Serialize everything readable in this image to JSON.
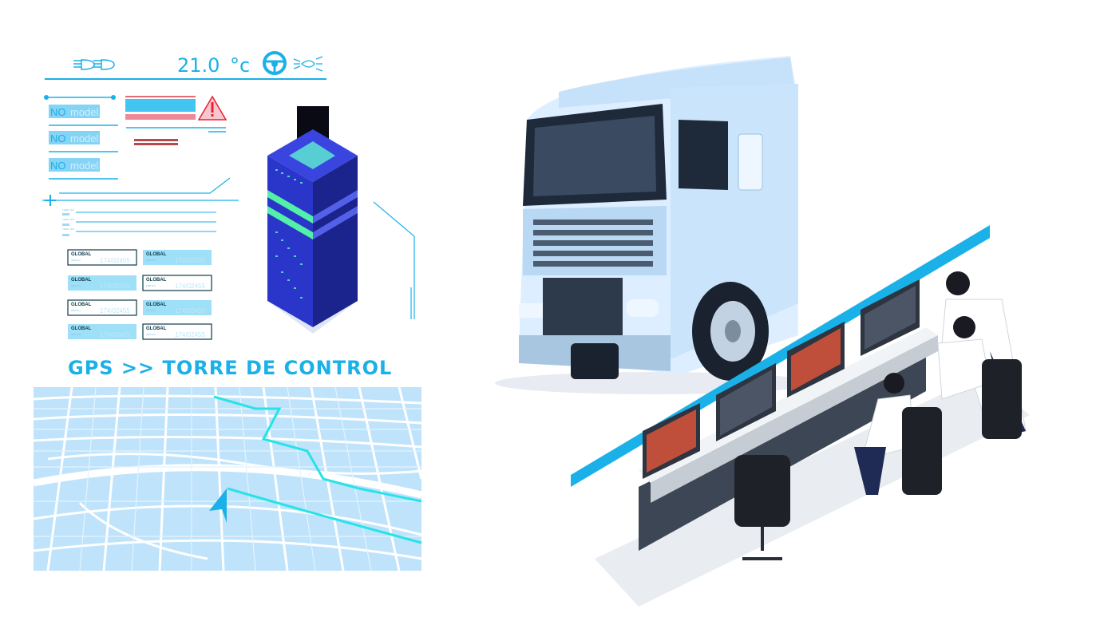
{
  "dashboard": {
    "temperature": "21.0",
    "temperature_unit": "°c",
    "model_rows": [
      {
        "prefix": "NO",
        "label": "model"
      },
      {
        "prefix": "NO",
        "label": "model"
      },
      {
        "prefix": "NO",
        "label": "model"
      }
    ],
    "field_labels": [
      "TEMP_001",
      "TEMP_002",
      "TEMP_003"
    ],
    "cards": [
      {
        "title": "GLOBAL",
        "sub": "[SET-01]",
        "code": "174/02455",
        "style": "outline"
      },
      {
        "title": "GLOBAL",
        "sub": "[SET-01]",
        "code": "174/02455",
        "style": "filled"
      },
      {
        "title": "GLOBAL",
        "sub": "[SET-01]",
        "code": "174/02455",
        "style": "filled"
      },
      {
        "title": "GLOBAL",
        "sub": "[SET-01]",
        "code": "174/02455",
        "style": "outline"
      },
      {
        "title": "GLOBAL",
        "sub": "[SET-01]",
        "code": "174/02455",
        "style": "outline"
      },
      {
        "title": "GLOBAL",
        "sub": "[SET-01]",
        "code": "174/02455",
        "style": "filled"
      },
      {
        "title": "GLOBAL",
        "sub": "[SET-01]",
        "code": "174/02455",
        "style": "filled"
      },
      {
        "title": "GLOBAL",
        "sub": "[SET-01]",
        "code": "174/02455",
        "style": "outline"
      }
    ]
  },
  "headline": "GPS >> TORRE DE CONTROL",
  "colors": {
    "accent": "#1ab0e8",
    "map": "#bfe3fb",
    "route": "#27e3e8",
    "server": "#2a35c9",
    "alert": "#e8222e"
  }
}
